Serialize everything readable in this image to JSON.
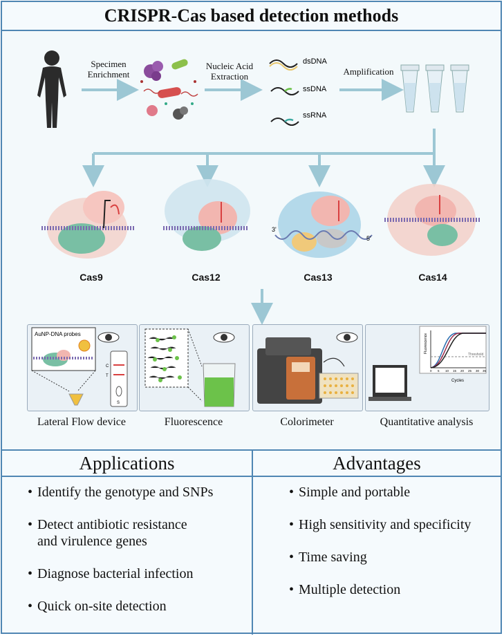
{
  "title": "CRISPR-Cas based detection methods",
  "workflow": {
    "step1": "Specimen Enrichment",
    "step2": "Nucleic Acid Extraction",
    "step3": "Amplification",
    "nucleic_acids": [
      "dsDNA",
      "ssDNA",
      "ssRNA"
    ]
  },
  "cas_proteins": [
    "Cas9",
    "Cas12",
    "Cas13",
    "Cas14"
  ],
  "cas13_ends": [
    "3'",
    "5'"
  ],
  "detection": {
    "panels": [
      "Lateral Flow device",
      "Fluorescence",
      "Colorimeter",
      "Quantitative analysis"
    ],
    "probe_label": "AuNP-DNA probes",
    "strip_marks": [
      "C",
      "T",
      "S"
    ],
    "qpcr": {
      "ylabel": "Fluorescence",
      "xlabel": "Cycles",
      "threshold_label": "Threshold",
      "ticks": [
        "0",
        "5",
        "10",
        "15",
        "20",
        "25",
        "30",
        "35"
      ]
    }
  },
  "applications": {
    "heading": "Applications",
    "items": [
      "Identify the genotype and SNPs",
      "Detect antibiotic resistance",
      "and virulence genes",
      "Diagnose bacterial infection",
      "Quick on-site detection"
    ]
  },
  "advantages": {
    "heading": "Advantages",
    "items": [
      "Simple and portable",
      "High sensitivity and specificity",
      "Time saving",
      "Multiple detection"
    ]
  },
  "colors": {
    "border": "#4f86b3",
    "arrow": "#9cc7d4",
    "protein_pink": "#f2a7a7",
    "protein_green": "#79bfa4",
    "fluor_green": "#6cc24a"
  }
}
